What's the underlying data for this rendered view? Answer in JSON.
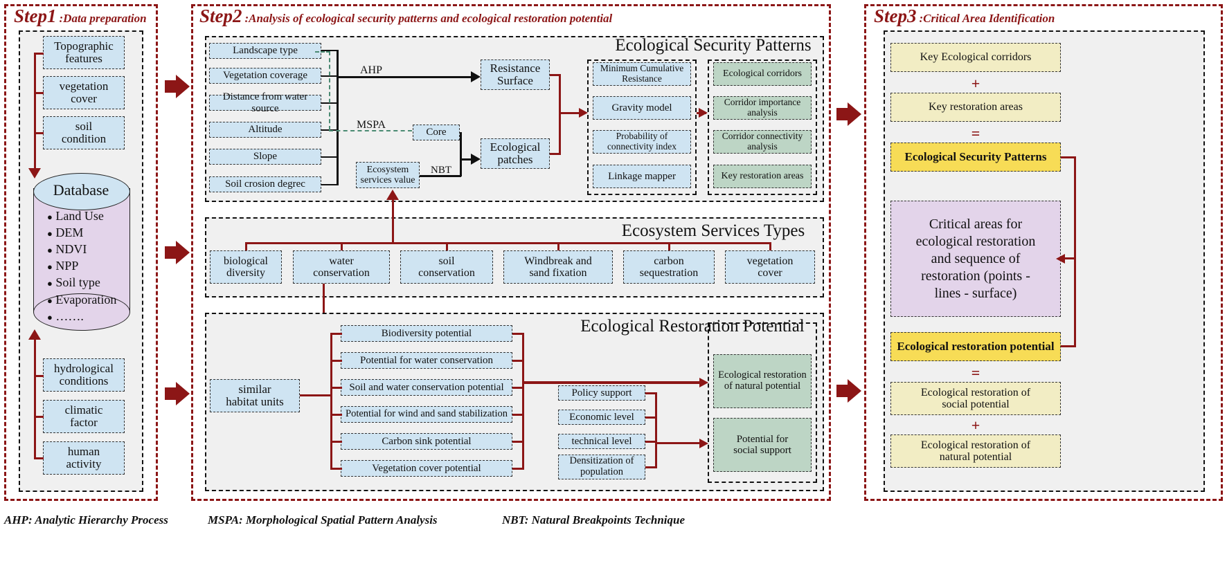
{
  "steps": {
    "step1": {
      "num": "Step1",
      "sub": ":Data preparation"
    },
    "step2": {
      "num": "Step2",
      "sub": ":Analysis of ecological security patterns and ecological restoration potential"
    },
    "step3": {
      "num": "Step3",
      "sub": ":Critical Area Identification"
    }
  },
  "step1": {
    "top_inputs": [
      "Topographic\nfeatures",
      "vegetation\ncover",
      "soil\ncondition"
    ],
    "database": {
      "title": "Database",
      "items": [
        "Land Use",
        "DEM",
        "NDVI",
        "NPP",
        "Soil type",
        "Evaporation",
        "……."
      ]
    },
    "bottom_inputs": [
      "hydrological\nconditions",
      "climatic\nfactor",
      "human\nactivity"
    ]
  },
  "step2": {
    "factors": [
      "Landscape type",
      "Vegetation coverage",
      "Distance from water source",
      "Altitude",
      "Slope",
      "Soil crosion degrec"
    ],
    "method_labels": {
      "ahp": "AHP",
      "mspa": "MSPA",
      "nbt": "NBT"
    },
    "core": "Core",
    "ecosystem_services_value": "Ecosystem\nservices value",
    "resistance_surface": "Resistance\nSurface",
    "ecological_patches": "Ecological\npatches",
    "esp_panel": {
      "title": "Ecological Security Patterns",
      "methods": [
        "Minimum Cumulative\nResistance",
        "Gravity model",
        "Probability of\nconnectivity index",
        "Linkage mapper"
      ],
      "outputs": [
        "Ecological corridors",
        "Corridor importance\nanalysis",
        "Corridor connectivity\nanalysis",
        "Key restoration areas"
      ]
    },
    "services_panel": {
      "title": "Ecosystem Services Types",
      "items": [
        "biological\ndiversity",
        "water\nconservation",
        "soil\nconservation",
        "Windbreak and\nsand fixation",
        "carbon\nsequestration",
        "vegetation\ncover"
      ]
    },
    "restoration_panel": {
      "title": "Ecological Restoration Potential",
      "habitat_units": "similar\nhabitat units",
      "potentials": [
        "Biodiversity potential",
        "Potential for water conservation",
        "Soil and water conservation potential",
        "Potential for wind and sand stabilization",
        "Carbon sink potential",
        "Vegetation cover potential"
      ],
      "social_factors": [
        "Policy support",
        "Economic level",
        "technical level",
        "Densitization of\npopulation"
      ],
      "outputs": [
        "Ecological restoration\nof natural potential",
        "Potential for\nsocial support"
      ]
    }
  },
  "step3": {
    "items": [
      {
        "text": "Key Ecological corridors",
        "style": "yellow-l"
      },
      {
        "text": "Key restoration areas",
        "style": "yellow-l"
      },
      {
        "text": "Ecological Security Patterns",
        "style": "yellow-s"
      },
      {
        "text": "Critical areas for\necological restoration\nand sequence of\nrestoration (points -\nlines - surface)",
        "style": "purple"
      },
      {
        "text": "Ecological restoration potential",
        "style": "yellow-s"
      },
      {
        "text": "Ecological restoration of\nsocial potential",
        "style": "yellow-l"
      },
      {
        "text": "Ecological restoration of\nnatural potential",
        "style": "yellow-l"
      }
    ],
    "operators": [
      "+",
      "=",
      "=",
      "+"
    ]
  },
  "footer": {
    "ahp": "AHP: Analytic Hierarchy Process",
    "mspa": "MSPA: Morphological Spatial Pattern Analysis",
    "nbt": "NBT: Natural Breakpoints Technique"
  },
  "colors": {
    "accent_red": "#8c1616",
    "blue": "#cfe4f2",
    "green": "#bdd5c5",
    "yellow_light": "#f2edc4",
    "yellow_strong": "#f7dc56",
    "purple": "#e3d4ea",
    "panel_bg": "#f0f0f0"
  }
}
